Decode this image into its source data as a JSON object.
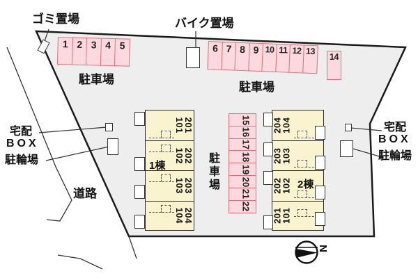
{
  "diagram": {
    "title": "site-plan",
    "labels": {
      "garbage_area": "ゴミ置場",
      "bike_area": "バイク置場",
      "parking_lot_left": "駐車場",
      "parking_lot_right": "駐車場",
      "parking_lot_center": "駐車場",
      "delivery_left_line1": "宅配",
      "delivery_left_line2": "BOX",
      "bicycle_left": "駐輪場",
      "road": "道路",
      "delivery_right_line1": "宅配",
      "delivery_right_line2": "BOX",
      "bicycle_right": "駐輪場",
      "north": "N"
    },
    "parking": {
      "top_left_row": [
        "1",
        "2",
        "3",
        "4",
        "5"
      ],
      "top_right_row": [
        "6",
        "7",
        "8",
        "9",
        "10",
        "11",
        "12",
        "13"
      ],
      "single": "14",
      "center_column": [
        "15",
        "16",
        "17",
        "18",
        "19",
        "20",
        "21",
        "22"
      ]
    },
    "buildings": {
      "b1": {
        "name": "1棟",
        "units": [
          {
            "upper": "201",
            "lower": "101"
          },
          {
            "upper": "202",
            "lower": "102"
          },
          {
            "upper": "203",
            "lower": "103"
          },
          {
            "upper": "204",
            "lower": "104"
          }
        ]
      },
      "b2": {
        "name": "2棟",
        "units": [
          {
            "upper": "204",
            "lower": "104"
          },
          {
            "upper": "203",
            "lower": "103"
          },
          {
            "upper": "202",
            "lower": "102"
          },
          {
            "upper": "201",
            "lower": "101"
          }
        ]
      }
    },
    "colors": {
      "site_fill": "#eeeeee",
      "parking_fill": "#fbd9de",
      "parking_border": "#e0707c",
      "building_fill": "#f9f4cf",
      "outline": "#1a1a1a"
    }
  }
}
